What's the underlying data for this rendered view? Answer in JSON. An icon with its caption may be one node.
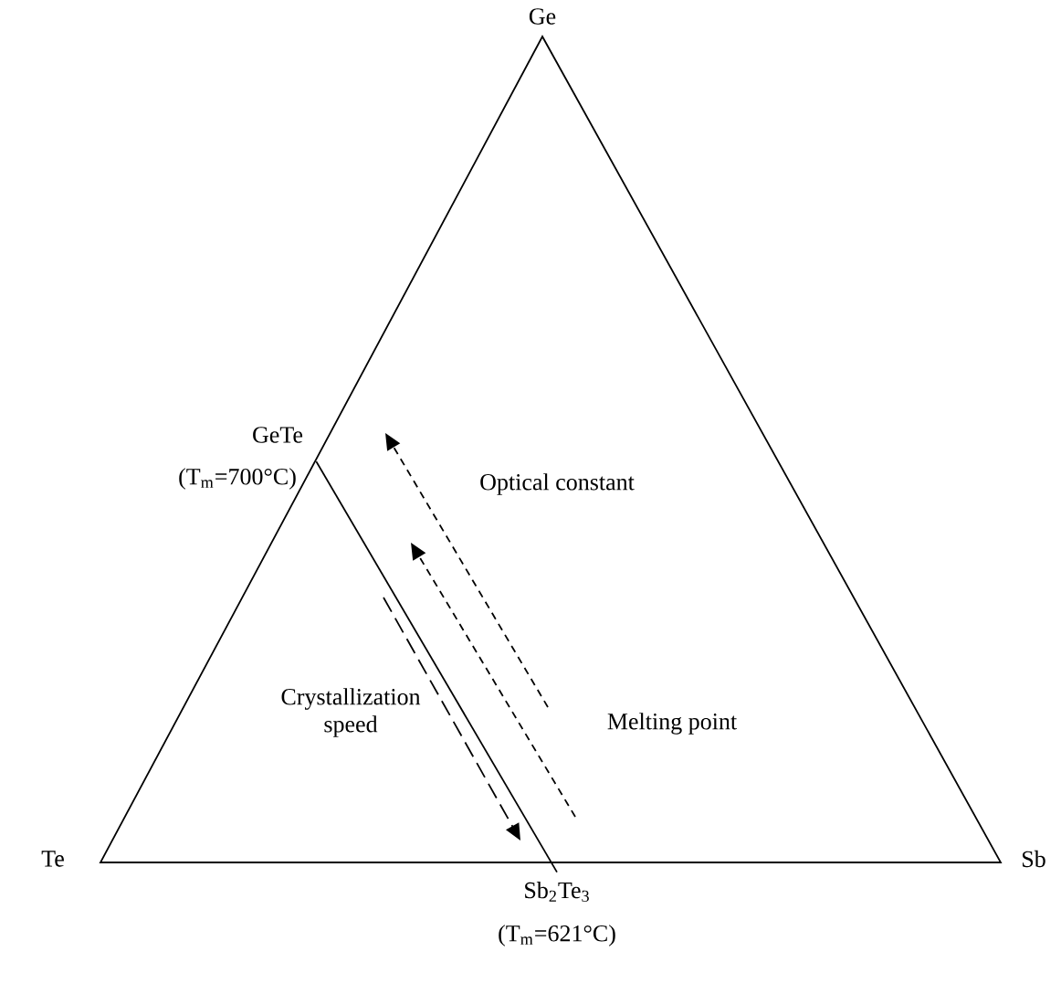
{
  "diagram": {
    "nodes": [
      {
        "text": [
          "Ge"
        ]
      },
      {
        "text": [
          "Te"
        ]
      },
      {
        "text": [
          "Sb"
        ]
      },
      {
        "text": [
          "GeTe"
        ],
        "beside": [
          "(T$_{m}$=700°C)"
        ]
      },
      {
        "text": [
          "Sb$_{2}$Te$_{3}$"
        ],
        "beside": [
          "(T$_{m}$=621°C)"
        ]
      }
    ],
    "edges": [
      {
        "from": 3,
        "to": 4,
        "arrow": "none"
      }
    ],
    "labels": [
      "Optical constant",
      "Crystallization speed",
      "Melting point"
    ]
  }
}
